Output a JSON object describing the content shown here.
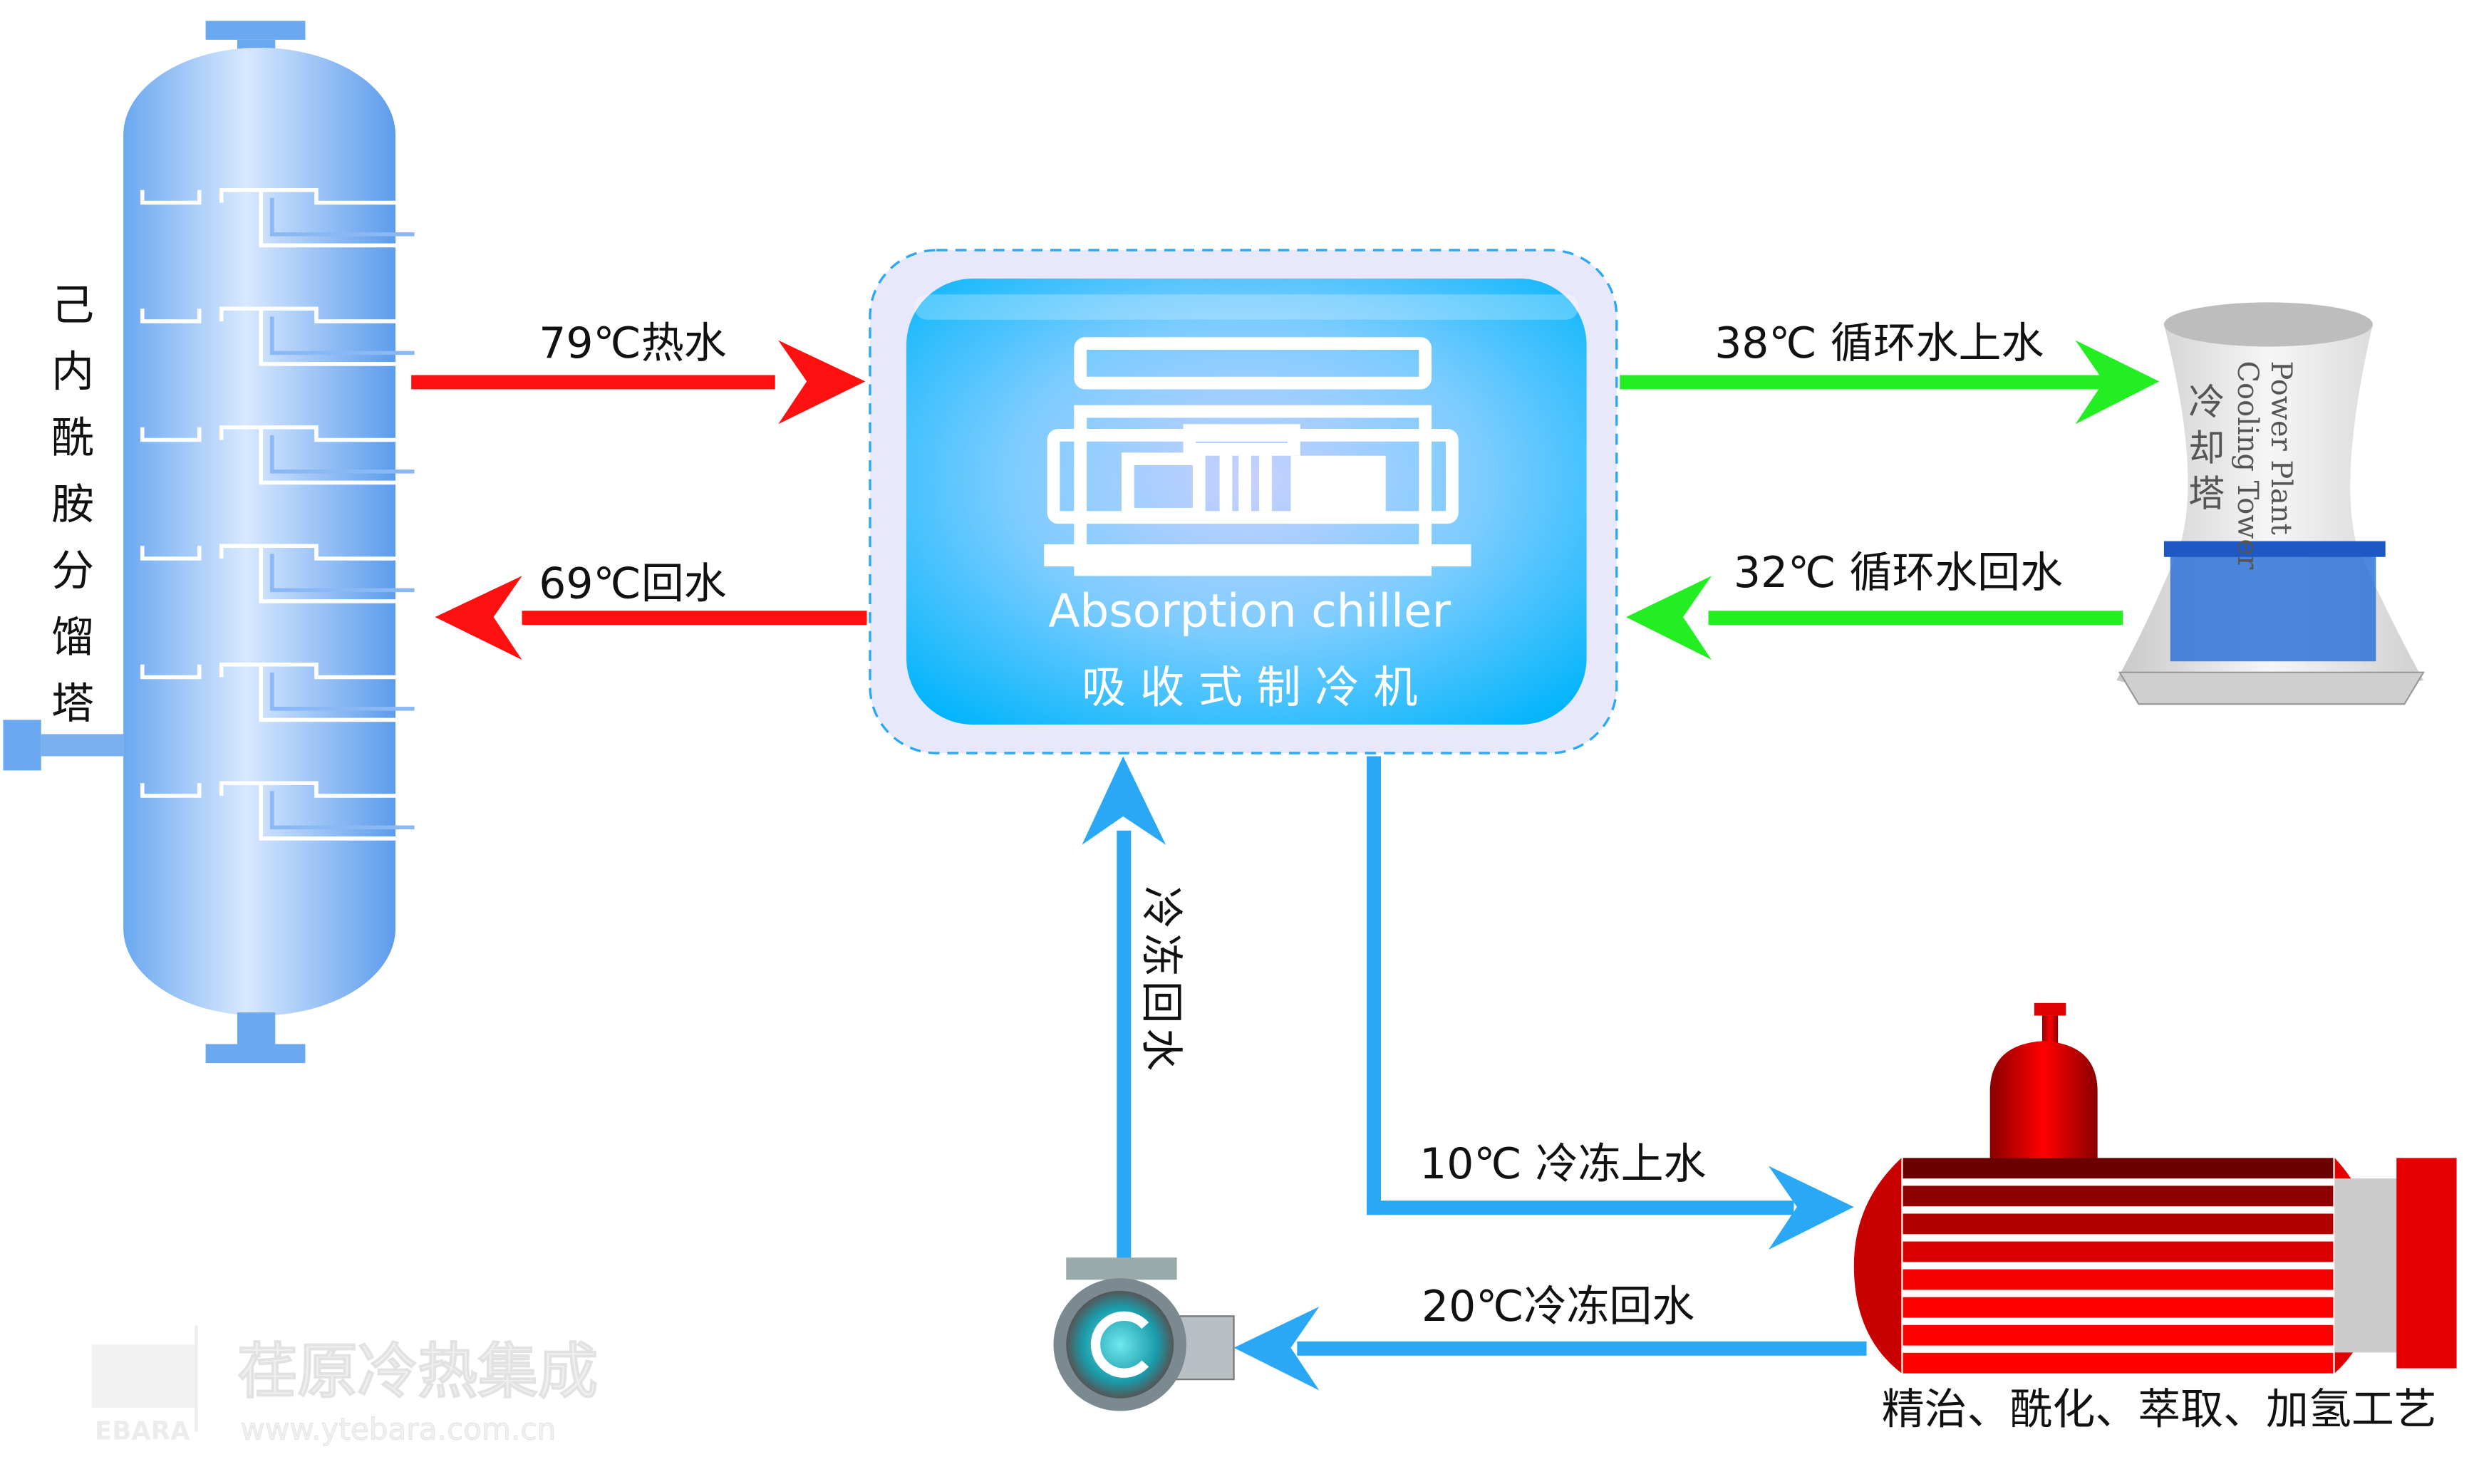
{
  "column": {
    "label_chars": [
      "己",
      "内",
      "酰",
      "胺",
      "分",
      "馏",
      "塔"
    ]
  },
  "flows": {
    "hot_supply": "79℃热水",
    "hot_return": "69℃回水",
    "cooling_supply": "38℃ 循环水上水",
    "cooling_return": "32℃ 循环水回水",
    "chilled_return_vertical": [
      "冷",
      "冻",
      "回",
      "水"
    ],
    "chilled_supply": "10℃ 冷冻上水",
    "chilled_return": "20℃冷冻回水"
  },
  "chiller": {
    "title_en": "Absorption chiller",
    "title_cn": "吸 收 式 制 冷 机"
  },
  "cooling_tower": {
    "cn_chars": [
      "冷",
      "却",
      "塔"
    ],
    "en_line1": "Power Plant",
    "en_line2": "Cooling Tower"
  },
  "process": {
    "label": "精治、酰化、萃取、加氢工艺"
  },
  "watermark": {
    "brand": "EBARA",
    "company": "荏原冷热集成",
    "url": "www.ytebara.com.cn"
  },
  "colors": {
    "hot": "#ff1010",
    "cooling": "#22ee22",
    "chilled": "#2aa8f5",
    "chiller": "#10b4fa"
  }
}
